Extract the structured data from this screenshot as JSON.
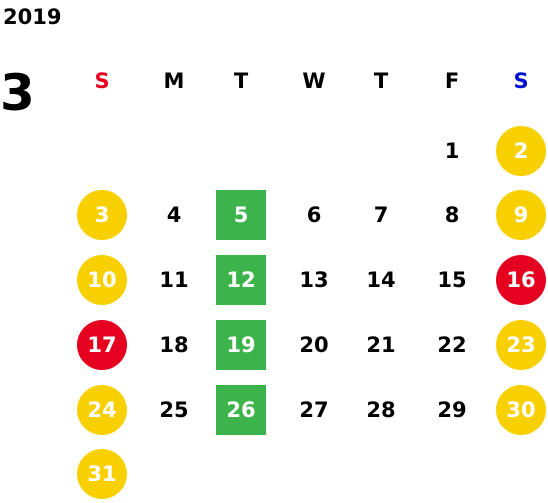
{
  "calendar": {
    "year": "2019",
    "month": "3",
    "weekdays": [
      "S",
      "M",
      "T",
      "W",
      "T",
      "F",
      "S"
    ],
    "weekday_colors": [
      "#e60020",
      "#000000",
      "#000000",
      "#000000",
      "#000000",
      "#000000",
      "#0010d0"
    ],
    "colors": {
      "yellow": "#f8d000",
      "red": "#e60020",
      "green": "#3cb44b"
    },
    "weeks": [
      [
        null,
        null,
        null,
        null,
        null,
        {
          "day": "1"
        },
        {
          "day": "2",
          "style": "yellow"
        }
      ],
      [
        {
          "day": "3",
          "style": "yellow"
        },
        {
          "day": "4"
        },
        {
          "day": "5",
          "style": "green"
        },
        {
          "day": "6"
        },
        {
          "day": "7"
        },
        {
          "day": "8"
        },
        {
          "day": "9",
          "style": "yellow"
        }
      ],
      [
        {
          "day": "10",
          "style": "yellow"
        },
        {
          "day": "11"
        },
        {
          "day": "12",
          "style": "green"
        },
        {
          "day": "13"
        },
        {
          "day": "14"
        },
        {
          "day": "15"
        },
        {
          "day": "16",
          "style": "red"
        }
      ],
      [
        {
          "day": "17",
          "style": "red"
        },
        {
          "day": "18"
        },
        {
          "day": "19",
          "style": "green"
        },
        {
          "day": "20"
        },
        {
          "day": "21"
        },
        {
          "day": "22"
        },
        {
          "day": "23",
          "style": "yellow"
        }
      ],
      [
        {
          "day": "24",
          "style": "yellow"
        },
        {
          "day": "25"
        },
        {
          "day": "26",
          "style": "green"
        },
        {
          "day": "27"
        },
        {
          "day": "28"
        },
        {
          "day": "29"
        },
        {
          "day": "30",
          "style": "yellow"
        }
      ],
      [
        {
          "day": "31",
          "style": "yellow"
        },
        null,
        null,
        null,
        null,
        null,
        null
      ]
    ]
  }
}
